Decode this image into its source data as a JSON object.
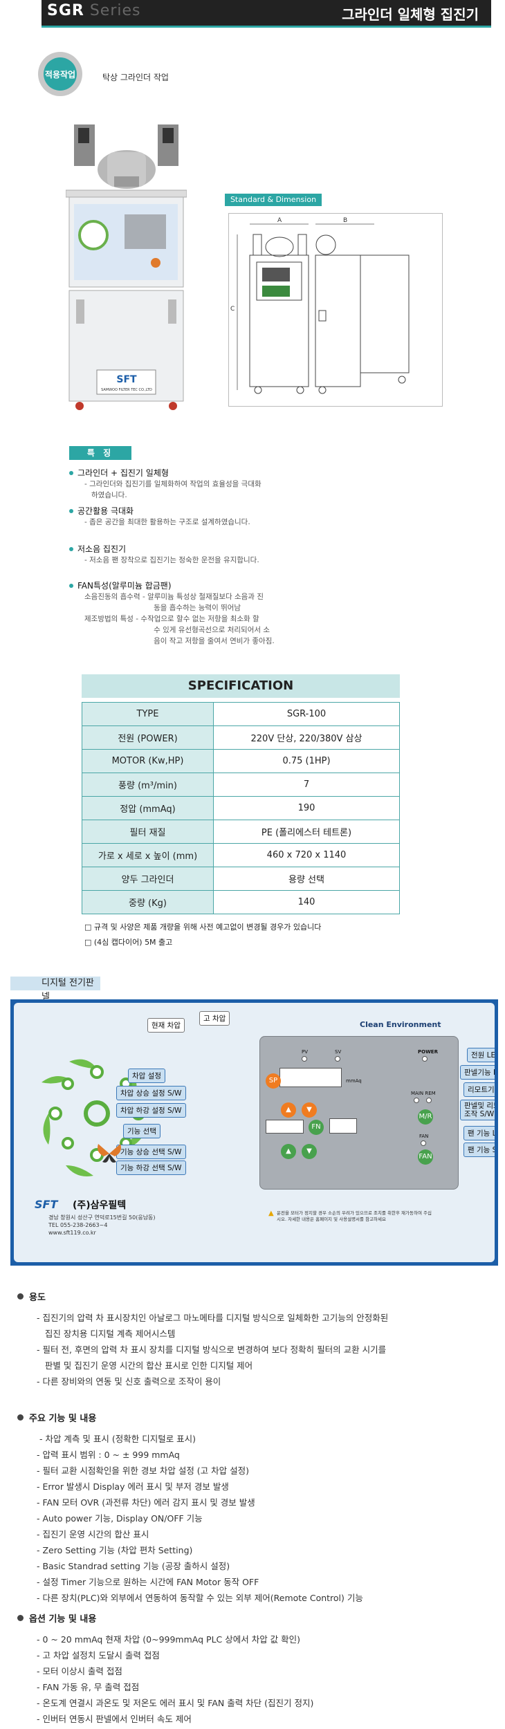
{
  "header": {
    "series": "SGR",
    "series_sub": "Series",
    "title": "그라인더 일체형 집진기"
  },
  "application": {
    "badge": "적용작업",
    "text": "탁상 그라인더 작업"
  },
  "machine": {
    "brand": "SFT",
    "brand_sub": "SAMWOO FILTER TEC CO.,LTD"
  },
  "dimension": {
    "label": "Standard & Dimension",
    "a": "A",
    "b": "B",
    "c": "C"
  },
  "features": {
    "badge": "특 징",
    "items": [
      {
        "title": "그라인더 + 집진기 일체형",
        "desc": "- 그라인더와 집진기를 일체화하여 작업의 효율성을 극대화\n   하였습니다."
      },
      {
        "title": "공간활용 극대화",
        "desc": "- 좁은 공간을 최대한 활용하는 구조로 설계하였습니다."
      },
      {
        "title": "저소음 집진기",
        "desc": "- 저소음 팬 장착으로 집진기는 정숙한 운전을 유지합니다."
      },
      {
        "title": "FAN특성(알루미늄 합금팬)",
        "desc": "소음진동의 흡수력 - 알루미늄 특성상 철재질보다 소음과 진\n                              동을 흡수하는 능력이 뛰어남\n제조방법의 특성 - 수작업으로 할수 없는 저항을 최소화 할\n                              수 있게 유선형곡선으로 처리되어서 소\n                              음이 작고 저항을 줄여서 연비가 좋아짐."
      }
    ]
  },
  "spec": {
    "title": "SPECIFICATION",
    "rows": [
      {
        "k": "TYPE",
        "v": "SGR-100"
      },
      {
        "k": "전원 (POWER)",
        "v": "220V 단상, 220/380V 삼상"
      },
      {
        "k": "MOTOR (Kw,HP)",
        "v": "0.75 (1HP)"
      },
      {
        "k": "풍량 (m³/min)",
        "v": "7"
      },
      {
        "k": "정압 (mmAq)",
        "v": "190"
      },
      {
        "k": "필터 재질",
        "v": "PE (폴리에스터 테트론)"
      },
      {
        "k": "가로 x 세로 x 높이 (mm)",
        "v": "460 x 720 x 1140"
      },
      {
        "k": "양두 그라인더",
        "v": "용량 선택"
      },
      {
        "k": "중량 (Kg)",
        "v": "140"
      }
    ],
    "notes": [
      "□ 규격 및 사양은 제품 개량을 위해 사전 예고없이 변경될 경우가 있습니다",
      "□ (4심 캡다이어) 5M 출고"
    ]
  },
  "panel": {
    "label": "디지털 전기판넬",
    "clean_env": "Clean Environment",
    "tags_left": [
      "현재 차압",
      "고 차압",
      "차압 설정",
      "차압 상승 설정 S/W",
      "차압 하강 설정 S/W",
      "기능 선택",
      "기능 상승 선택 S/W",
      "기능 하강 선택 S/W"
    ],
    "tags_right": [
      "전원 LED",
      "판넬기능 LED",
      "리모트기능",
      "판넬및 리모트\n조작 S/W",
      "팬 기능 LED",
      "팬 기능 S/W"
    ],
    "device_labels": {
      "pv": "PV",
      "sv": "SV",
      "power": "POWER",
      "main_rem": "MAIN REM",
      "fan": "FAN",
      "mmaq": "mmAq"
    },
    "company": "(주)삼우필텍",
    "company_logo": "SFT",
    "address": [
      "경남 창원시 성산구 연덕로15번길 50(웅남동)",
      "TEL 055-238-2663~4",
      "www.sft119.co.kr"
    ],
    "warning": "운전을 모터가 정지할 경우 소손의 우려가 있으므로 조치를 취한후 재가동하여 주십시오. 자세한 내용은 홈페이지 및 사용설명서를 참고하세요"
  },
  "usage": {
    "title": "용도",
    "items": [
      "- 집진기의 압력 차 표시장치인 아날로그 마노메타를 디지털 방식으로 일체화한 고기능의 안정화된",
      "   집진 장치용 디지털 계측 제어시스템",
      "- 필터 전, 후면의 압력 차 표시 장치를 디지털 방식으로 변경하여 보다 정확히 필터의 교환 시기를",
      "   판별 및 집진기 운영 시간의 합산 표시로 인한 디지털 제어",
      "- 다른 장비와의 연동 및 신호 출력으로 조작이 용이"
    ]
  },
  "main_functions": {
    "title": "주요 기능 및 내용",
    "items": [
      " - 차압 계측 및 표시 (정확한 디지털로 표시)",
      "- 압력 표시 범위 : 0 ~ ± 999 mmAq",
      "- 필터 교환 시점확인을 위한 경보 차압 설정 (고 차압 설정)",
      "- Error 발생시 Display 에러 표시 및 부저 경보 발생",
      "- FAN 모터 OVR (과전류 차단) 에러 감지 표시 및 경보 발생",
      "- Auto power 기능, Display ON/OFF 기능",
      "- 집진기 운영 시간의 합산 표시",
      "- Zero Setting 기능 (차압 편차 Setting)",
      "- Basic Standrad setting 기능 (공장 출하시 설정)",
      "- 설정 Timer 기능으로 원하는 시간에 FAN Motor 동작 OFF",
      "- 다른 장치(PLC)와 외부에서 연동하여 동작할 수 있는 외부 제어(Remote Control) 기능"
    ]
  },
  "options": {
    "title": "옵션 기능 및 내용",
    "items": [
      "- 0 ~ 20 mmAq 현재 차압 (0~999mmAq PLC 상에서 차압 값 확인)",
      "- 고 차압 설정치 도달시 출력 접점",
      "- 모터 이상시 출력 접점",
      "- FAN 가동 유, 무 출력 접점",
      "- 온도계 연결시 과온도 및 저온도 에러 표시 및 FAN 출력 차단 (집진기 정지)",
      "- 인버터 연동시 판넬에서 인버터 속도 제어"
    ]
  }
}
